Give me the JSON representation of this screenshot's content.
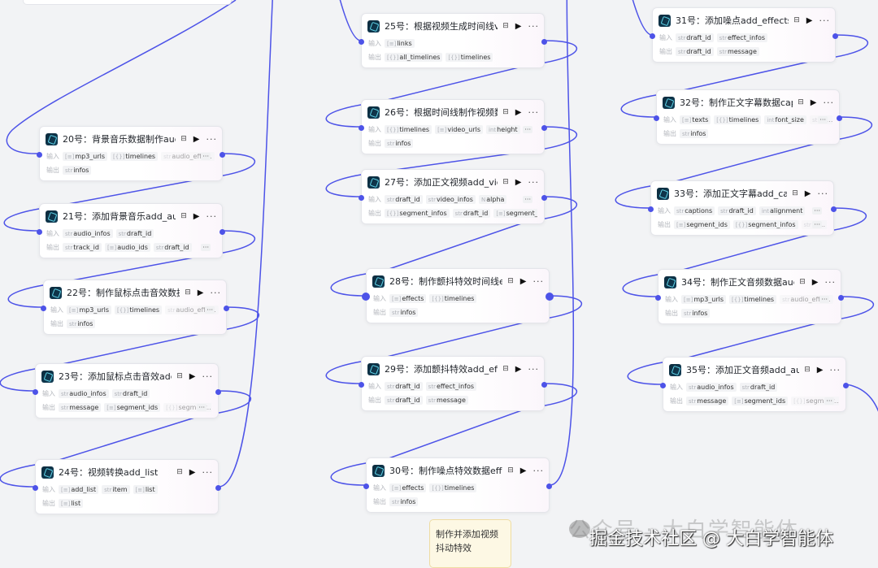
{
  "canvas": {
    "accent_color": "#4d53e8",
    "row_labels": {
      "input": "输入",
      "output": "输出"
    },
    "nodes": [
      {
        "title": "20号：背景音乐数据制作aud…",
        "inputs": [
          [
            "arr",
            "mp3_urls"
          ],
          [
            "obj",
            "timelines"
          ],
          [
            "str",
            "audio_effe…"
          ]
        ],
        "outputs": [
          [
            "str",
            "infos"
          ]
        ],
        "more_inputs": true,
        "more_outputs": false
      },
      {
        "title": "21号：添加背景音乐add_au…",
        "inputs": [
          [
            "str",
            "audio_infos"
          ],
          [
            "str",
            "draft_id"
          ]
        ],
        "outputs": [
          [
            "str",
            "track_id"
          ],
          [
            "arr",
            "audio_ids"
          ],
          [
            "str",
            "draft_id"
          ]
        ],
        "more_inputs": false,
        "more_outputs": true
      },
      {
        "title": "22号：制作鼠标点击音效数据…",
        "inputs": [
          [
            "arr",
            "mp3_urls"
          ],
          [
            "obj",
            "timelines"
          ],
          [
            "str",
            "audio_effe…"
          ]
        ],
        "outputs": [
          [
            "str",
            "infos"
          ]
        ],
        "more_inputs": true,
        "more_outputs": false
      },
      {
        "title": "23号：添加鼠标点击音效add…",
        "inputs": [
          [
            "str",
            "audio_infos"
          ],
          [
            "str",
            "draft_id"
          ]
        ],
        "outputs": [
          [
            "str",
            "message"
          ],
          [
            "arr",
            "segment_ids"
          ],
          [
            "obj",
            "segment…"
          ]
        ],
        "more_inputs": false,
        "more_outputs": true
      },
      {
        "title": "24号：视频转换add_list",
        "inputs": [
          [
            "arr",
            "add_list"
          ],
          [
            "str",
            "item"
          ],
          [
            "arr",
            "list"
          ]
        ],
        "outputs": [
          [
            "arr",
            "list"
          ]
        ],
        "more_inputs": false,
        "more_outputs": false
      },
      {
        "title": "25号：根据视频生成时间线vi…",
        "inputs": [
          [
            "arr",
            "links"
          ]
        ],
        "outputs": [
          [
            "obj",
            "all_timelines"
          ],
          [
            "obj",
            "timelines"
          ]
        ],
        "more_inputs": false,
        "more_outputs": false
      },
      {
        "title": "26号：根据时间线制作视频数…",
        "inputs": [
          [
            "obj",
            "timelines"
          ],
          [
            "arr",
            "video_urls"
          ],
          [
            "int",
            "height"
          ]
        ],
        "outputs": [
          [
            "str",
            "infos"
          ]
        ],
        "more_inputs": true,
        "more_outputs": false
      },
      {
        "title": "27号：添加正文视频add_vid…",
        "inputs": [
          [
            "str",
            "draft_id"
          ],
          [
            "str",
            "video_infos"
          ],
          [
            "num",
            "alpha"
          ]
        ],
        "outputs": [
          [
            "obj",
            "segment_infos"
          ],
          [
            "str",
            "draft_id"
          ],
          [
            "arr",
            "segment_ids"
          ]
        ],
        "more_inputs": true,
        "more_outputs": false
      },
      {
        "title": "28号：制作颤抖特效时间线e…",
        "inputs": [
          [
            "arr",
            "effects"
          ],
          [
            "obj",
            "timelines"
          ]
        ],
        "outputs": [
          [
            "str",
            "infos"
          ]
        ],
        "more_inputs": false,
        "more_outputs": false
      },
      {
        "title": "29号：添加颤抖特效add_eff…",
        "inputs": [
          [
            "str",
            "draft_id"
          ],
          [
            "str",
            "effect_infos"
          ]
        ],
        "outputs": [
          [
            "str",
            "draft_id"
          ],
          [
            "str",
            "message"
          ]
        ],
        "more_inputs": false,
        "more_outputs": false
      },
      {
        "title": "30号：制作噪点特效数据effe…",
        "inputs": [
          [
            "arr",
            "effects"
          ],
          [
            "obj",
            "timelines"
          ]
        ],
        "outputs": [
          [
            "str",
            "infos"
          ]
        ],
        "more_inputs": false,
        "more_outputs": false
      },
      {
        "title": "31号：添加噪点add_effects",
        "inputs": [
          [
            "str",
            "draft_id"
          ],
          [
            "str",
            "effect_infos"
          ]
        ],
        "outputs": [
          [
            "str",
            "draft_id"
          ],
          [
            "str",
            "message"
          ]
        ],
        "more_inputs": false,
        "more_outputs": false
      },
      {
        "title": "32号：制作正文字幕数据capt…",
        "inputs": [
          [
            "arr",
            "texts"
          ],
          [
            "obj",
            "timelines"
          ],
          [
            "int",
            "font_size"
          ],
          [
            "str",
            "in…"
          ]
        ],
        "outputs": [
          [
            "str",
            "infos"
          ]
        ],
        "more_inputs": true,
        "more_outputs": false
      },
      {
        "title": "33号：添加正文字幕add_cap…",
        "inputs": [
          [
            "str",
            "captions"
          ],
          [
            "str",
            "draft_id"
          ],
          [
            "int",
            "alignment"
          ]
        ],
        "outputs": [
          [
            "arr",
            "segment_ids"
          ],
          [
            "obj",
            "segment_infos"
          ],
          [
            "str",
            "dr…"
          ]
        ],
        "more_inputs": true,
        "more_outputs": true
      },
      {
        "title": "34号：制作正文音频数据aud…",
        "inputs": [
          [
            "arr",
            "mp3_urls"
          ],
          [
            "obj",
            "timelines"
          ],
          [
            "str",
            "audio_effe…"
          ]
        ],
        "outputs": [
          [
            "str",
            "infos"
          ]
        ],
        "more_inputs": true,
        "more_outputs": false
      },
      {
        "title": "35号：添加正文音频add_au…",
        "inputs": [
          [
            "str",
            "audio_infos"
          ],
          [
            "str",
            "draft_id"
          ]
        ],
        "outputs": [
          [
            "str",
            "message"
          ],
          [
            "arr",
            "segment_ids"
          ],
          [
            "obj",
            "segment…"
          ]
        ],
        "more_inputs": false,
        "more_outputs": true
      }
    ],
    "type_glyphs": {
      "str": "str",
      "int": "int",
      "num": "N",
      "arr": "[≡]",
      "obj": "[{}]"
    },
    "icons": {
      "node": "plugin-icon",
      "save": "save-icon",
      "run": "play-icon",
      "menu": "more-icon"
    },
    "note": "制作并添加视频抖动特效"
  },
  "watermark": {
    "faint": "公众号 · 大白学智能体",
    "main": "掘金技术社区 @ 大白学智能体"
  }
}
